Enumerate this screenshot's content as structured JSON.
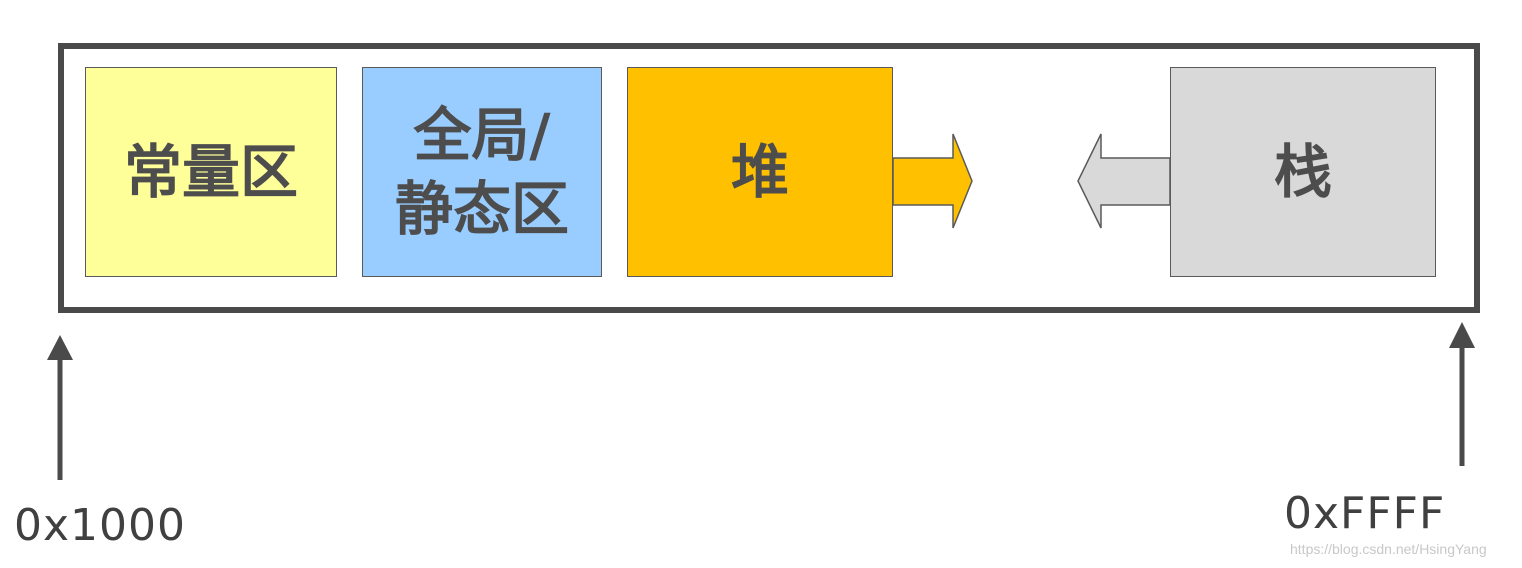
{
  "diagram": {
    "regions": {
      "constant": {
        "label": "常量区",
        "color": "#ffff99"
      },
      "global_static": {
        "line1": "全局/",
        "line2": "静态区",
        "color": "#99ccff"
      },
      "heap": {
        "label": "堆",
        "color": "#ffc000"
      },
      "stack": {
        "label": "栈",
        "color": "#d9d9d9"
      }
    },
    "growth_arrows": {
      "heap_direction": "right",
      "stack_direction": "left"
    },
    "addresses": {
      "low": "0x1000",
      "high": "0xFFFF"
    },
    "watermark": "https://blog.csdn.net/HsingYang"
  }
}
